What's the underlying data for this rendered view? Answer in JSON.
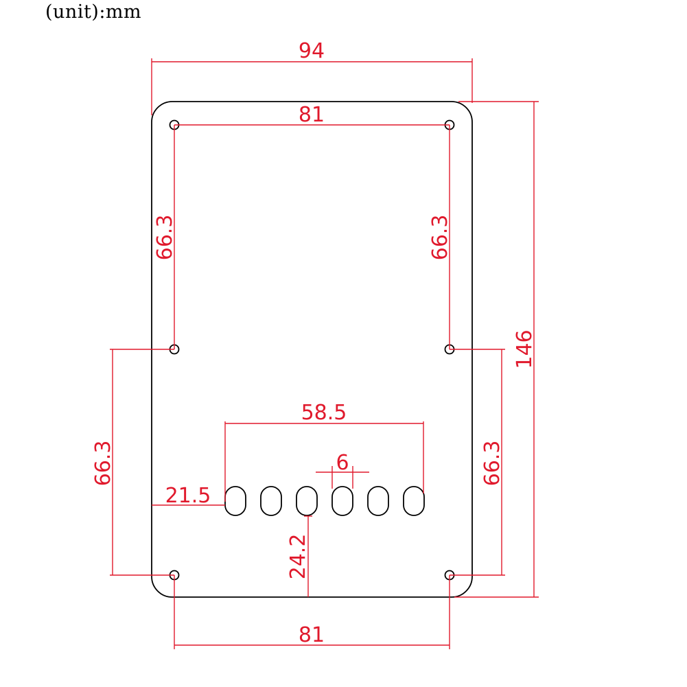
{
  "unit_label": "(unit):mm",
  "colors": {
    "dimension": "#e0192c",
    "outline": "#000000",
    "background": "#ffffff"
  },
  "dimensions": {
    "total_width": "94",
    "top_hole_spacing": "81",
    "bottom_hole_spacing": "81",
    "total_height": "146",
    "left_inner_vertical": "66.3",
    "right_inner_vertical": "66.3",
    "left_outer_vertical": "66.3",
    "right_outer_vertical": "66.3",
    "slot_span": "58.5",
    "slot_width": "6",
    "slot_left_offset": "21.5",
    "slot_bottom_offset": "24.2"
  },
  "slots_count": 6,
  "mounting_holes_count": 6
}
